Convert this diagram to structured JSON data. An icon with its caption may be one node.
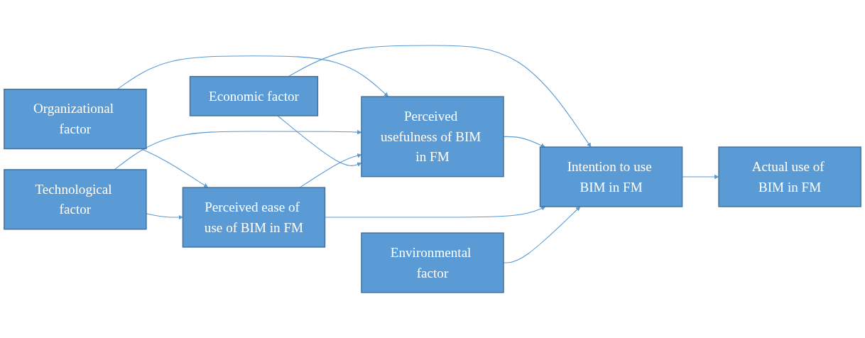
{
  "diagram": {
    "nodes": [
      {
        "text": [
          "Organizational factor"
        ]
      },
      {
        "text": [
          "Technological factor"
        ]
      },
      {
        "text": [
          "Perceived usefulness of BIM in FM"
        ]
      },
      {
        "text": [
          "Perceived ease of use of BIM in FM"
        ]
      },
      {
        "text": [
          "Economic factor"
        ]
      },
      {
        "text": [
          "Intention to use BIM in FM"
        ]
      },
      {
        "text": [
          "Actual use of BIM in FM"
        ]
      },
      {
        "text": [
          "Environmental factor"
        ]
      }
    ],
    "edges": [
      {
        "from": 0,
        "to": 2,
        "arrow": "to"
      },
      {
        "from": 0,
        "to": 3,
        "arrow": "to"
      },
      {
        "from": 1,
        "to": 2,
        "arrow": "to"
      },
      {
        "from": 1,
        "to": 3,
        "arrow": "to"
      },
      {
        "from": 3,
        "to": 2,
        "arrow": "to"
      },
      {
        "from": 4,
        "to": 2,
        "arrow": "to"
      },
      {
        "from": 4,
        "to": 5,
        "arrow": "to"
      },
      {
        "from": 2,
        "to": 5,
        "arrow": "to"
      },
      {
        "from": 3,
        "to": 5,
        "arrow": "to"
      },
      {
        "from": 7,
        "to": 5,
        "arrow": "to"
      },
      {
        "from": 5,
        "to": 6,
        "arrow": "to"
      }
    ]
  }
}
